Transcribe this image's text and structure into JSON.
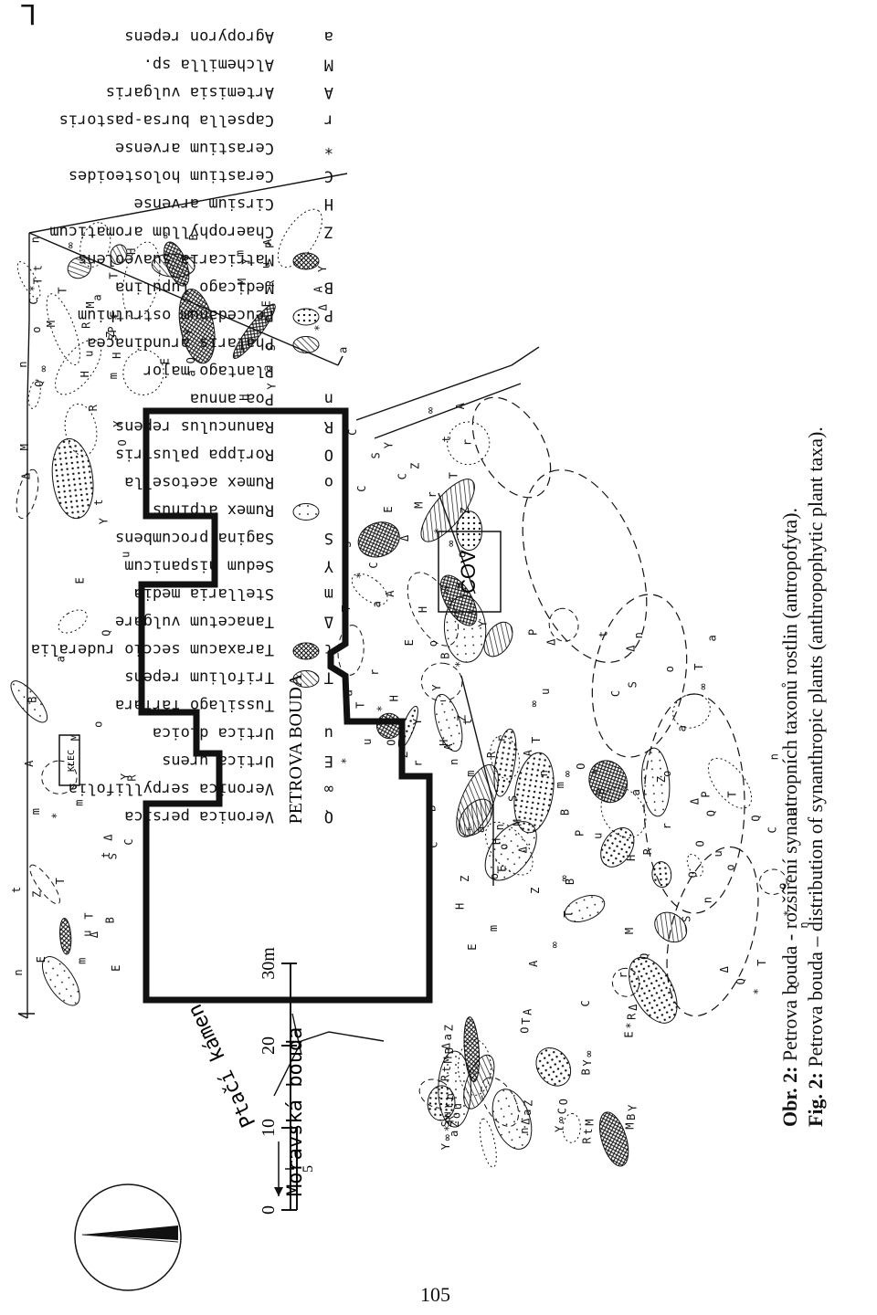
{
  "legend": {
    "title": "L e g e n d a :",
    "items": [
      {
        "sym": "a",
        "name": "Agropyron repens"
      },
      {
        "sym": "M",
        "name": "Alchemilla sp."
      },
      {
        "sym": "A",
        "name": "Artemisia vulgaris"
      },
      {
        "sym": "r",
        "name": "Capsella bursa-pastoris"
      },
      {
        "sym": "*",
        "name": "Cerastium arvense"
      },
      {
        "sym": "C",
        "name": "Cerastium holosteoides"
      },
      {
        "sym": "H",
        "name": "Cirsium arvense"
      },
      {
        "sym": "Z",
        "name": "Chaerophyllum aromaticum"
      },
      {
        "sym": "",
        "name": "Matricaria suaveolens"
      },
      {
        "sym": "B",
        "name": "Medicago lupulina"
      },
      {
        "sym": "P",
        "name": "Peucedanum ostruthium"
      },
      {
        "sym": "",
        "name": "Phalaris arundinacea"
      },
      {
        "sym": "",
        "name": "Plantago major"
      },
      {
        "sym": "n",
        "name": "Poa annua"
      },
      {
        "sym": "R",
        "name": "Ranunculus repens"
      },
      {
        "sym": "O",
        "name": "Rorippa palustris"
      },
      {
        "sym": "o",
        "name": "Rumex acetosella"
      },
      {
        "sym": "",
        "name": "Rumex alpinus"
      },
      {
        "sym": "S",
        "name": "Sagina procumbens"
      },
      {
        "sym": "Y",
        "name": "Sedum hispanicum"
      },
      {
        "sym": "m",
        "name": "Stellaria media"
      },
      {
        "sym": "Δ",
        "name": "Tanacetum vulgare"
      },
      {
        "sym": "t",
        "name": "Taraxacum seccio ruderalia"
      },
      {
        "sym": "T",
        "name": "Trifolium repens"
      },
      {
        "sym": "",
        "name": "Tussilago farfara"
      },
      {
        "sym": "u",
        "name": "Urtica dioica"
      },
      {
        "sym": "E",
        "name": "Urtica urens"
      },
      {
        "sym": "∞",
        "name": "Veronica serpyllifolia"
      },
      {
        "sym": "Q",
        "name": "Veronica persica"
      }
    ]
  },
  "map": {
    "building": "PETROVA BOUDA",
    "klec": "KLEC",
    "cov": "ČOV",
    "ptaci": "Ptačí kámen",
    "moravska": "Moravská bouda",
    "scale": [
      "0",
      "10",
      "20",
      "30m"
    ],
    "scale_five": "5"
  },
  "caption": {
    "cz_lead": "Obr. 2:",
    "cz_text": " Petrova bouda  - rozšíření synantropních taxonů rostlin  (antropofyta).",
    "en_lead": "Fig. 2:",
    "en_text": " Petrova bouda  – distribution of synanthropic plants (anthropophytic plant taxa)."
  },
  "page_number": "105"
}
